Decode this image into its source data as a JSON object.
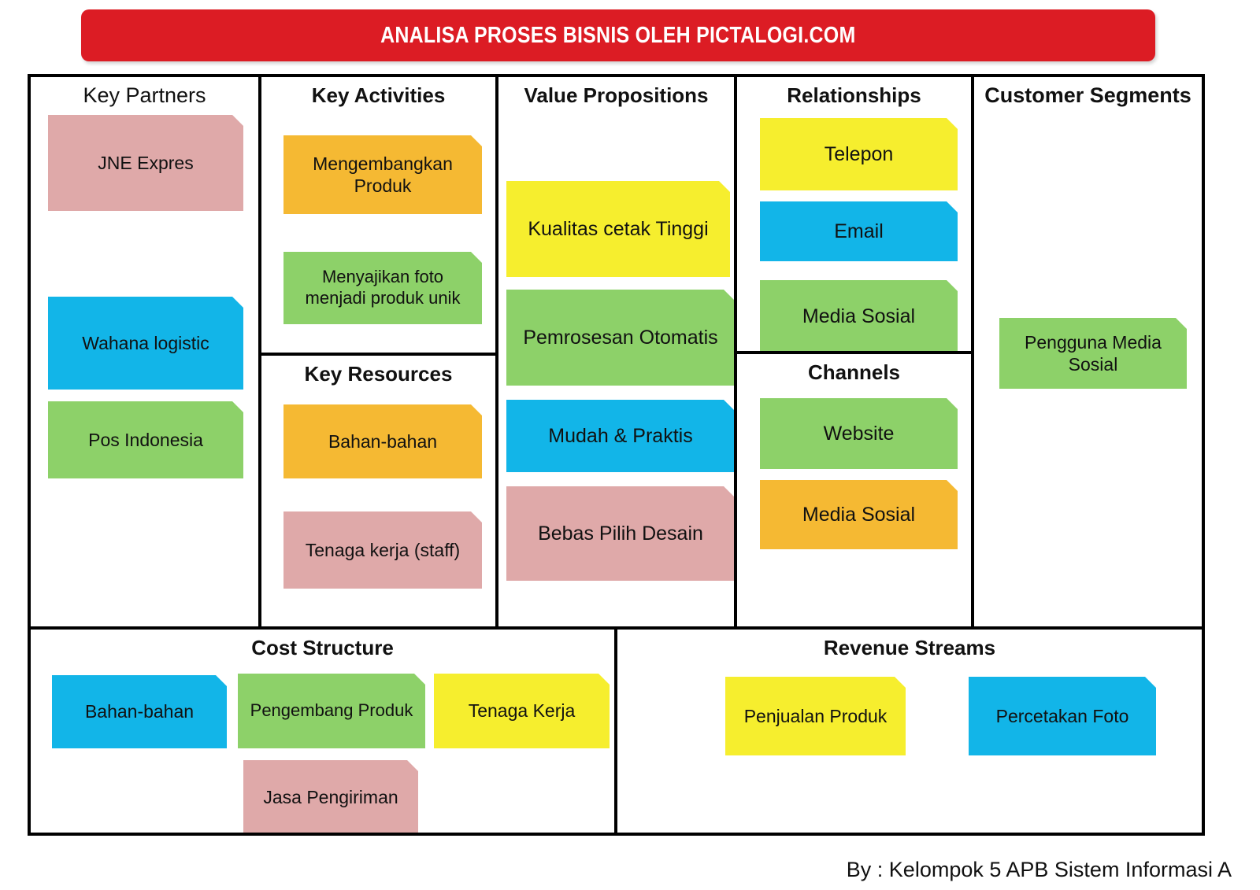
{
  "banner": {
    "title": "ANALISA PROSES BISNIS OLEH PICTALOGI.COM",
    "background_color": "#DC1C24",
    "text_color": "#FFFFFF"
  },
  "palette": {
    "pink": "#DFA9A9",
    "blue": "#12B5E8",
    "green": "#8DD169",
    "orange": "#F5B933",
    "yellow": "#F6EE2E",
    "border": "#000000",
    "page_background": "#FFFFFF"
  },
  "canvas": {
    "blocks": [
      {
        "key": "key_partners",
        "title": "Key Partners",
        "title_weight": "regular",
        "notes": [
          {
            "label": "JNE Expres",
            "color": "#DFA9A9"
          },
          {
            "label": "Wahana logistic",
            "color": "#12B5E8"
          },
          {
            "label": "Pos Indonesia",
            "color": "#8DD169"
          }
        ]
      },
      {
        "key": "key_activities",
        "title": "Key Activities",
        "title_weight": "bold",
        "notes": [
          {
            "label": "Mengembangkan Produk",
            "color": "#F5B933"
          },
          {
            "label": "Menyajikan foto menjadi produk unik",
            "color": "#8DD169"
          }
        ]
      },
      {
        "key": "key_resources",
        "title": "Key Resources",
        "title_weight": "bold",
        "notes": [
          {
            "label": "Bahan-bahan",
            "color": "#F5B933"
          },
          {
            "label": "Tenaga kerja (staff)",
            "color": "#DFA9A9"
          }
        ]
      },
      {
        "key": "value_propositions",
        "title": "Value Propositions",
        "title_weight": "bold",
        "notes": [
          {
            "label": "Kualitas cetak Tinggi",
            "color": "#F6EE2E"
          },
          {
            "label": "Pemrosesan Otomatis",
            "color": "#8DD169"
          },
          {
            "label": "Mudah & Praktis",
            "color": "#12B5E8"
          },
          {
            "label": "Bebas Pilih Desain",
            "color": "#DFA9A9"
          }
        ]
      },
      {
        "key": "relationships",
        "title": "Relationships",
        "title_weight": "bold",
        "notes": [
          {
            "label": "Telepon",
            "color": "#F6EE2E"
          },
          {
            "label": "Email",
            "color": "#12B5E8"
          },
          {
            "label": "Media Sosial",
            "color": "#8DD169"
          }
        ]
      },
      {
        "key": "channels",
        "title": "Channels",
        "title_weight": "bold",
        "notes": [
          {
            "label": "Website",
            "color": "#8DD169"
          },
          {
            "label": "Media Sosial",
            "color": "#F5B933"
          }
        ]
      },
      {
        "key": "customer_segments",
        "title": "Customer Segments",
        "title_weight": "bold",
        "notes": [
          {
            "label": "Pengguna Media Sosial",
            "color": "#8DD169"
          }
        ]
      },
      {
        "key": "cost_structure",
        "title": "Cost Structure",
        "title_weight": "bold",
        "notes": [
          {
            "label": "Bahan-bahan",
            "color": "#12B5E8"
          },
          {
            "label": "Pengembang Produk",
            "color": "#8DD169"
          },
          {
            "label": "Tenaga Kerja",
            "color": "#F6EE2E"
          },
          {
            "label": "Jasa Pengiriman",
            "color": "#DFA9A9"
          }
        ]
      },
      {
        "key": "revenue_streams",
        "title": "Revenue Streams",
        "title_weight": "bold",
        "notes": [
          {
            "label": "Penjualan Produk",
            "color": "#F6EE2E"
          },
          {
            "label": "Percetakan Foto",
            "color": "#12B5E8"
          }
        ]
      }
    ]
  },
  "footer": {
    "credit": "By : Kelompok 5 APB Sistem Informasi A"
  }
}
